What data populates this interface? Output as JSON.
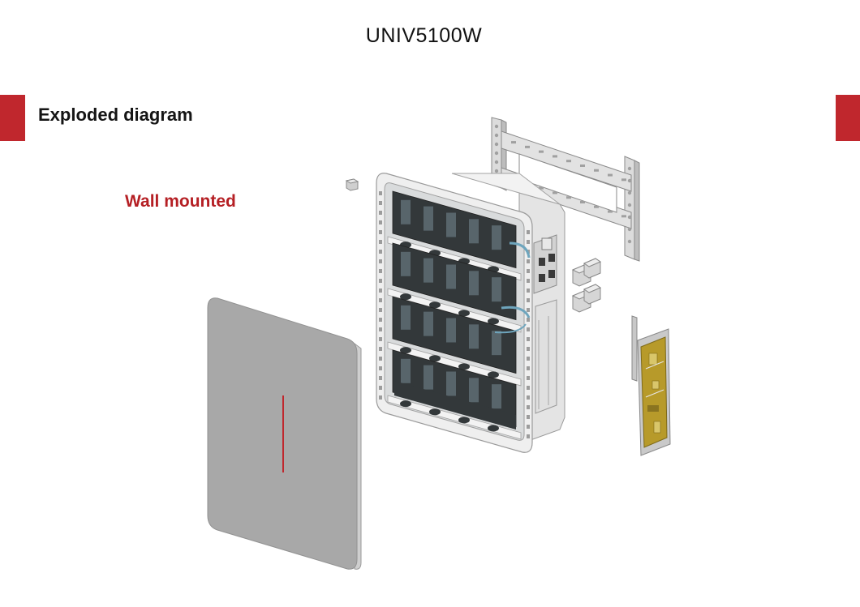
{
  "header": {
    "title": "UNIV5100W"
  },
  "section": {
    "heading": "Exploded diagram",
    "subheading": "Wall mounted"
  },
  "colors": {
    "accent": "#c0272d",
    "subheading": "#b51f24",
    "panel": "#a8a8a8",
    "frame": "#e6e6e6",
    "cell": "#33383a",
    "pcb": "#b79a2a"
  },
  "diagram": {
    "components": [
      "front-cover-panel",
      "battery-module-housing",
      "wall-mounting-bracket",
      "terminal-connectors",
      "bms-circuit-board",
      "screw-cap"
    ]
  }
}
